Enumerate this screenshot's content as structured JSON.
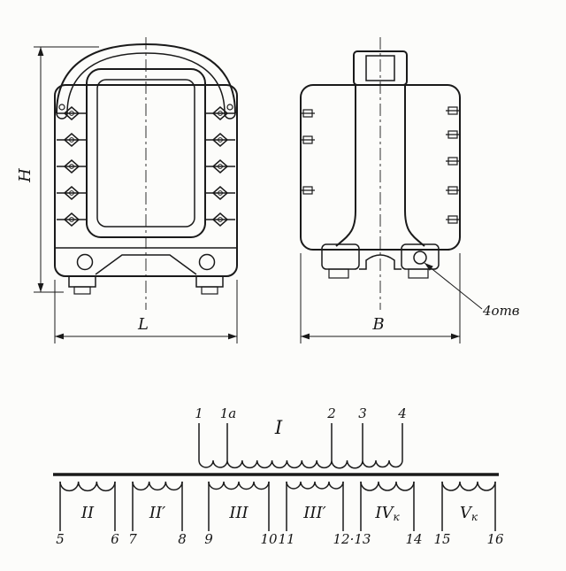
{
  "front_view": {
    "dim_height": "H",
    "dim_width": "L"
  },
  "side_view": {
    "dim_width": "B",
    "holes_note": "4отв"
  },
  "schematic": {
    "primary": {
      "label": "I",
      "terminals": [
        "1",
        "1a",
        "2",
        "3",
        "4"
      ]
    },
    "windings": [
      {
        "main": "II",
        "sub": ""
      },
      {
        "main": "II′",
        "sub": ""
      },
      {
        "main": "III",
        "sub": ""
      },
      {
        "main": "III′",
        "sub": ""
      },
      {
        "main": "IV",
        "sub": "к"
      },
      {
        "main": "V",
        "sub": "к"
      }
    ],
    "bottom_terminals": [
      "5",
      "6",
      "7",
      "8",
      "9",
      "10",
      "11",
      "12·13",
      "14",
      "15",
      "16"
    ]
  }
}
